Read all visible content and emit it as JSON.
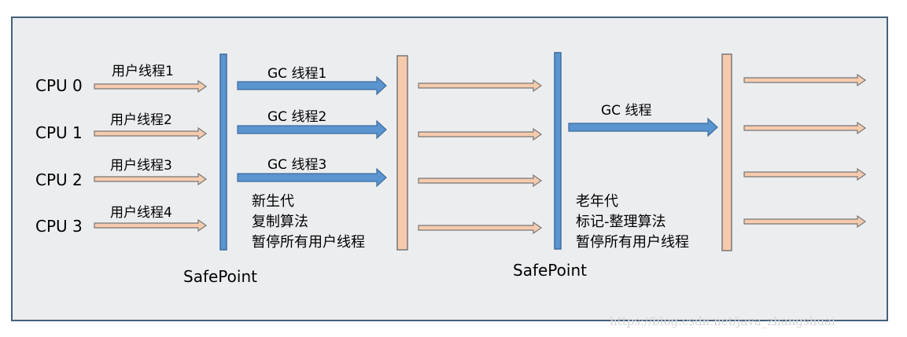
{
  "colors": {
    "background": "#ecedef",
    "frame": "#45607c",
    "gc_blue": "#5b95d0",
    "gc_blue_edge": "#3d6c9e",
    "user_peach": "#f6cbad",
    "user_edge": "#777777"
  },
  "cpus": [
    "CPU 0",
    "CPU 1",
    "CPU 2",
    "CPU 3"
  ],
  "user_threads": [
    "用户线程1",
    "用户线程2",
    "用户线程3",
    "用户线程4"
  ],
  "young_gc_threads": [
    "GC 线程1",
    "GC 线程2",
    "GC 线程3"
  ],
  "young_note": [
    "新生代",
    "复制算法",
    "暂停所有用户线程"
  ],
  "old_gc_thread": "GC 线程",
  "old_note": [
    "老年代",
    "标记-整理算法",
    "暂停所有用户线程"
  ],
  "safepoints": [
    "SafePoint",
    "SafePoint"
  ],
  "watermark": "https://blog.csdn.net/java_zhangshuai"
}
